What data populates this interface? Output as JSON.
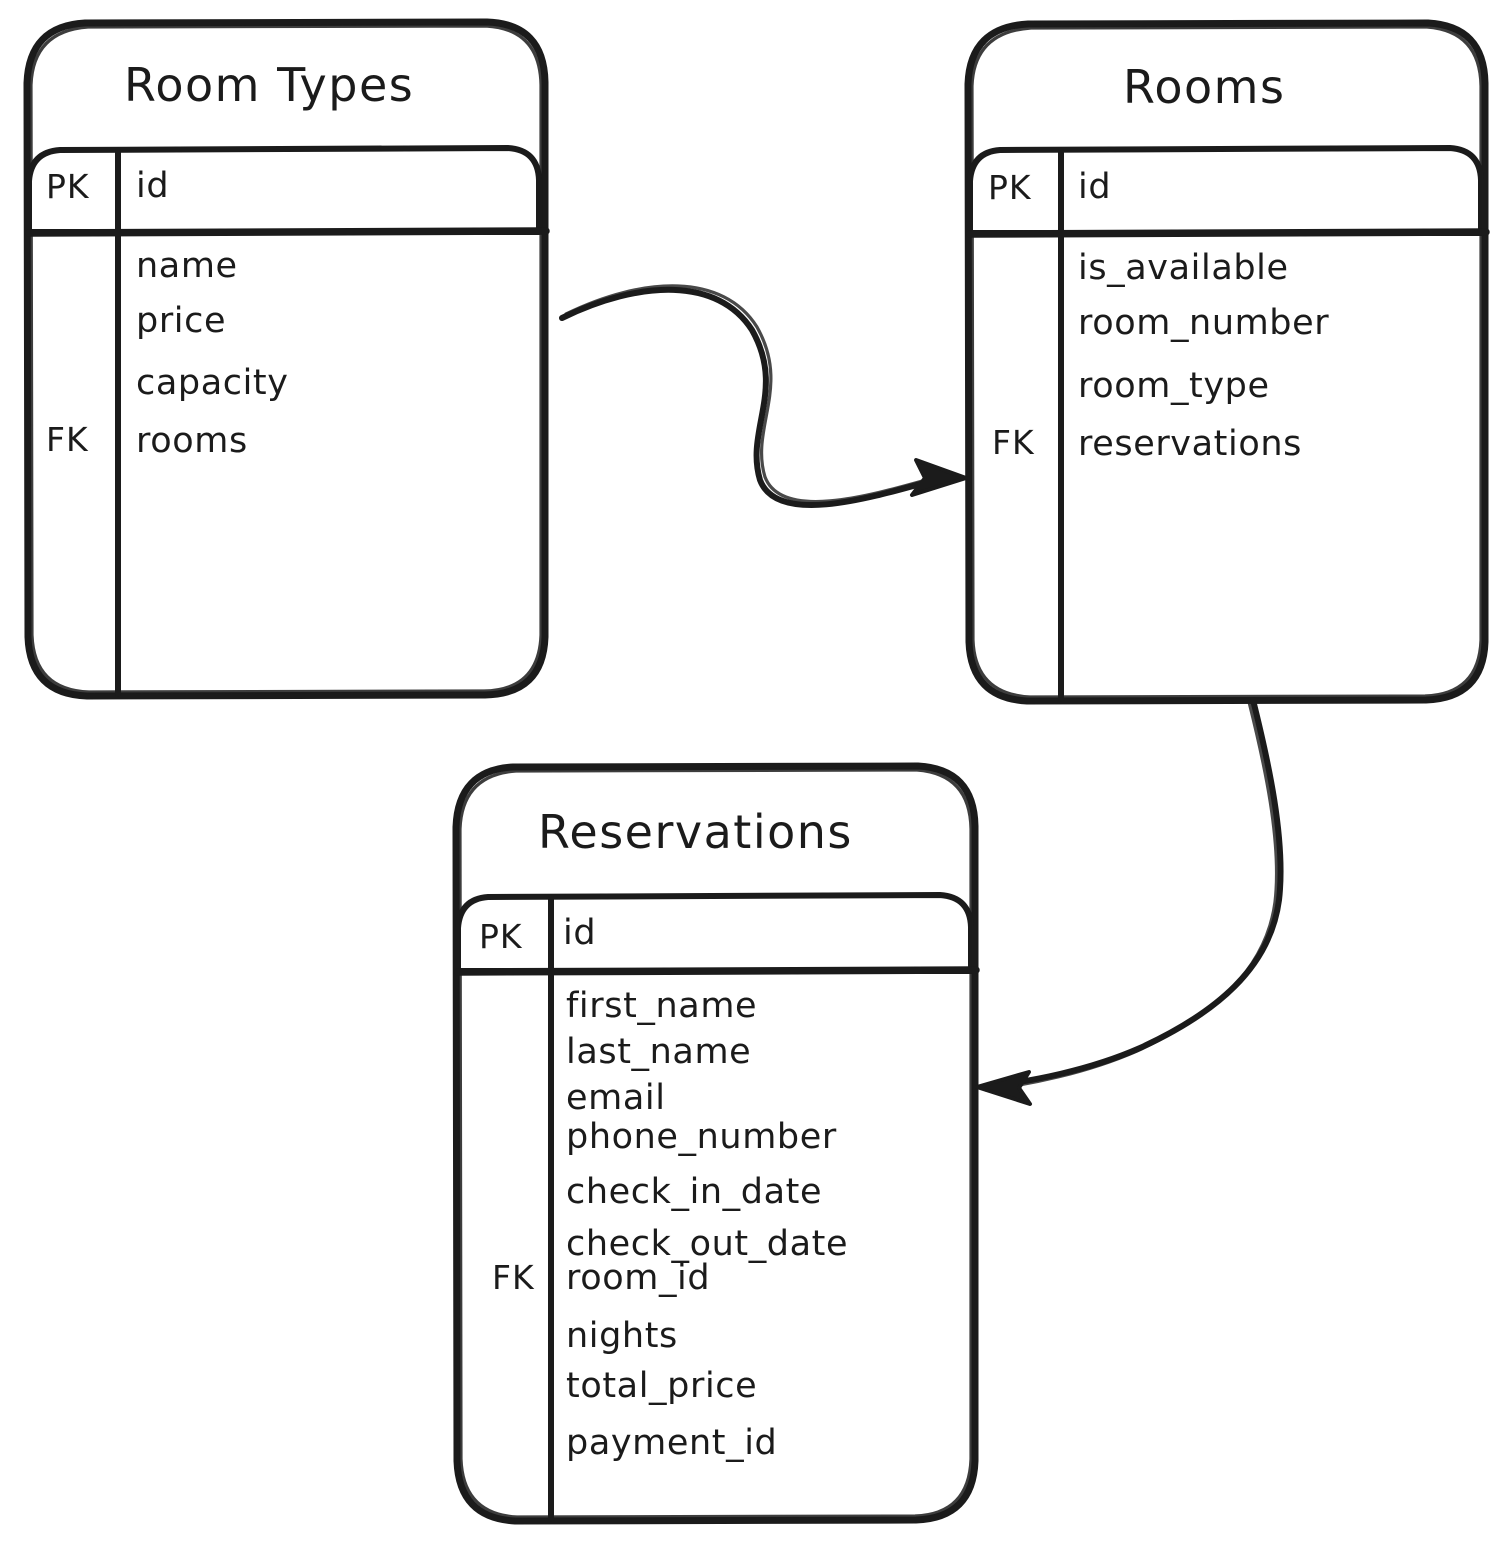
{
  "diagram": {
    "type": "entity-relationship-diagram",
    "style": "hand-drawn-sketch",
    "background_color": "#ffffff",
    "stroke_color": "#1b1b1b",
    "entities": [
      {
        "id": "room_types",
        "name": "Room Types",
        "key_column_header": "",
        "primary_key": {
          "tag": "PK",
          "field": "id"
        },
        "foreign_key_tag": "FK",
        "foreign_key_field": "rooms",
        "fields": [
          "name",
          "price",
          "capacity",
          "rooms"
        ]
      },
      {
        "id": "rooms",
        "name": "Rooms",
        "key_column_header": "",
        "primary_key": {
          "tag": "PK",
          "field": "id"
        },
        "foreign_key_tag": "FK",
        "foreign_key_field": "reservations",
        "fields": [
          "is_available",
          "room_number",
          "room_type",
          "reservations"
        ]
      },
      {
        "id": "reservations",
        "name": "Reservations",
        "key_column_header": "",
        "primary_key": {
          "tag": "PK",
          "field": "id"
        },
        "foreign_key_tag": "FK",
        "foreign_key_field": "room_id",
        "fields": [
          "first_name",
          "last_name",
          "email",
          "phone_number",
          "check_in_date",
          "check_out_date",
          "room_id",
          "nights",
          "total_price",
          "payment_id"
        ]
      }
    ],
    "relationships": [
      {
        "id": "room_types_to_rooms",
        "from": "Room Types",
        "to": "Rooms",
        "arrow": "single-headed",
        "direction": "right"
      },
      {
        "id": "rooms_to_reservations",
        "from": "Rooms",
        "to": "Reservations",
        "arrow": "single-headed",
        "direction": "left"
      }
    ]
  }
}
